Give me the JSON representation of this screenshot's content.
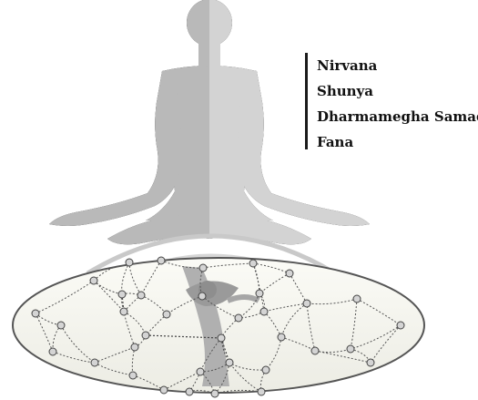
{
  "terms": [
    "Nirvana",
    "Shunya",
    "Dharmamegha Samadhi",
    "Fana"
  ],
  "icons": {
    "figure": "meditating-figure-icon",
    "inner_figure": "dancing-figure-icon",
    "network": "network-graph-icon"
  },
  "colors": {
    "figure_left": "#b9b9b9",
    "figure_right": "#d3d3d3",
    "ellipse_fill": "#f4f4ee",
    "ellipse_stroke": "#555555",
    "node_fill": "#d4d4d4",
    "node_stroke": "#444444",
    "term_text": "#111111"
  }
}
